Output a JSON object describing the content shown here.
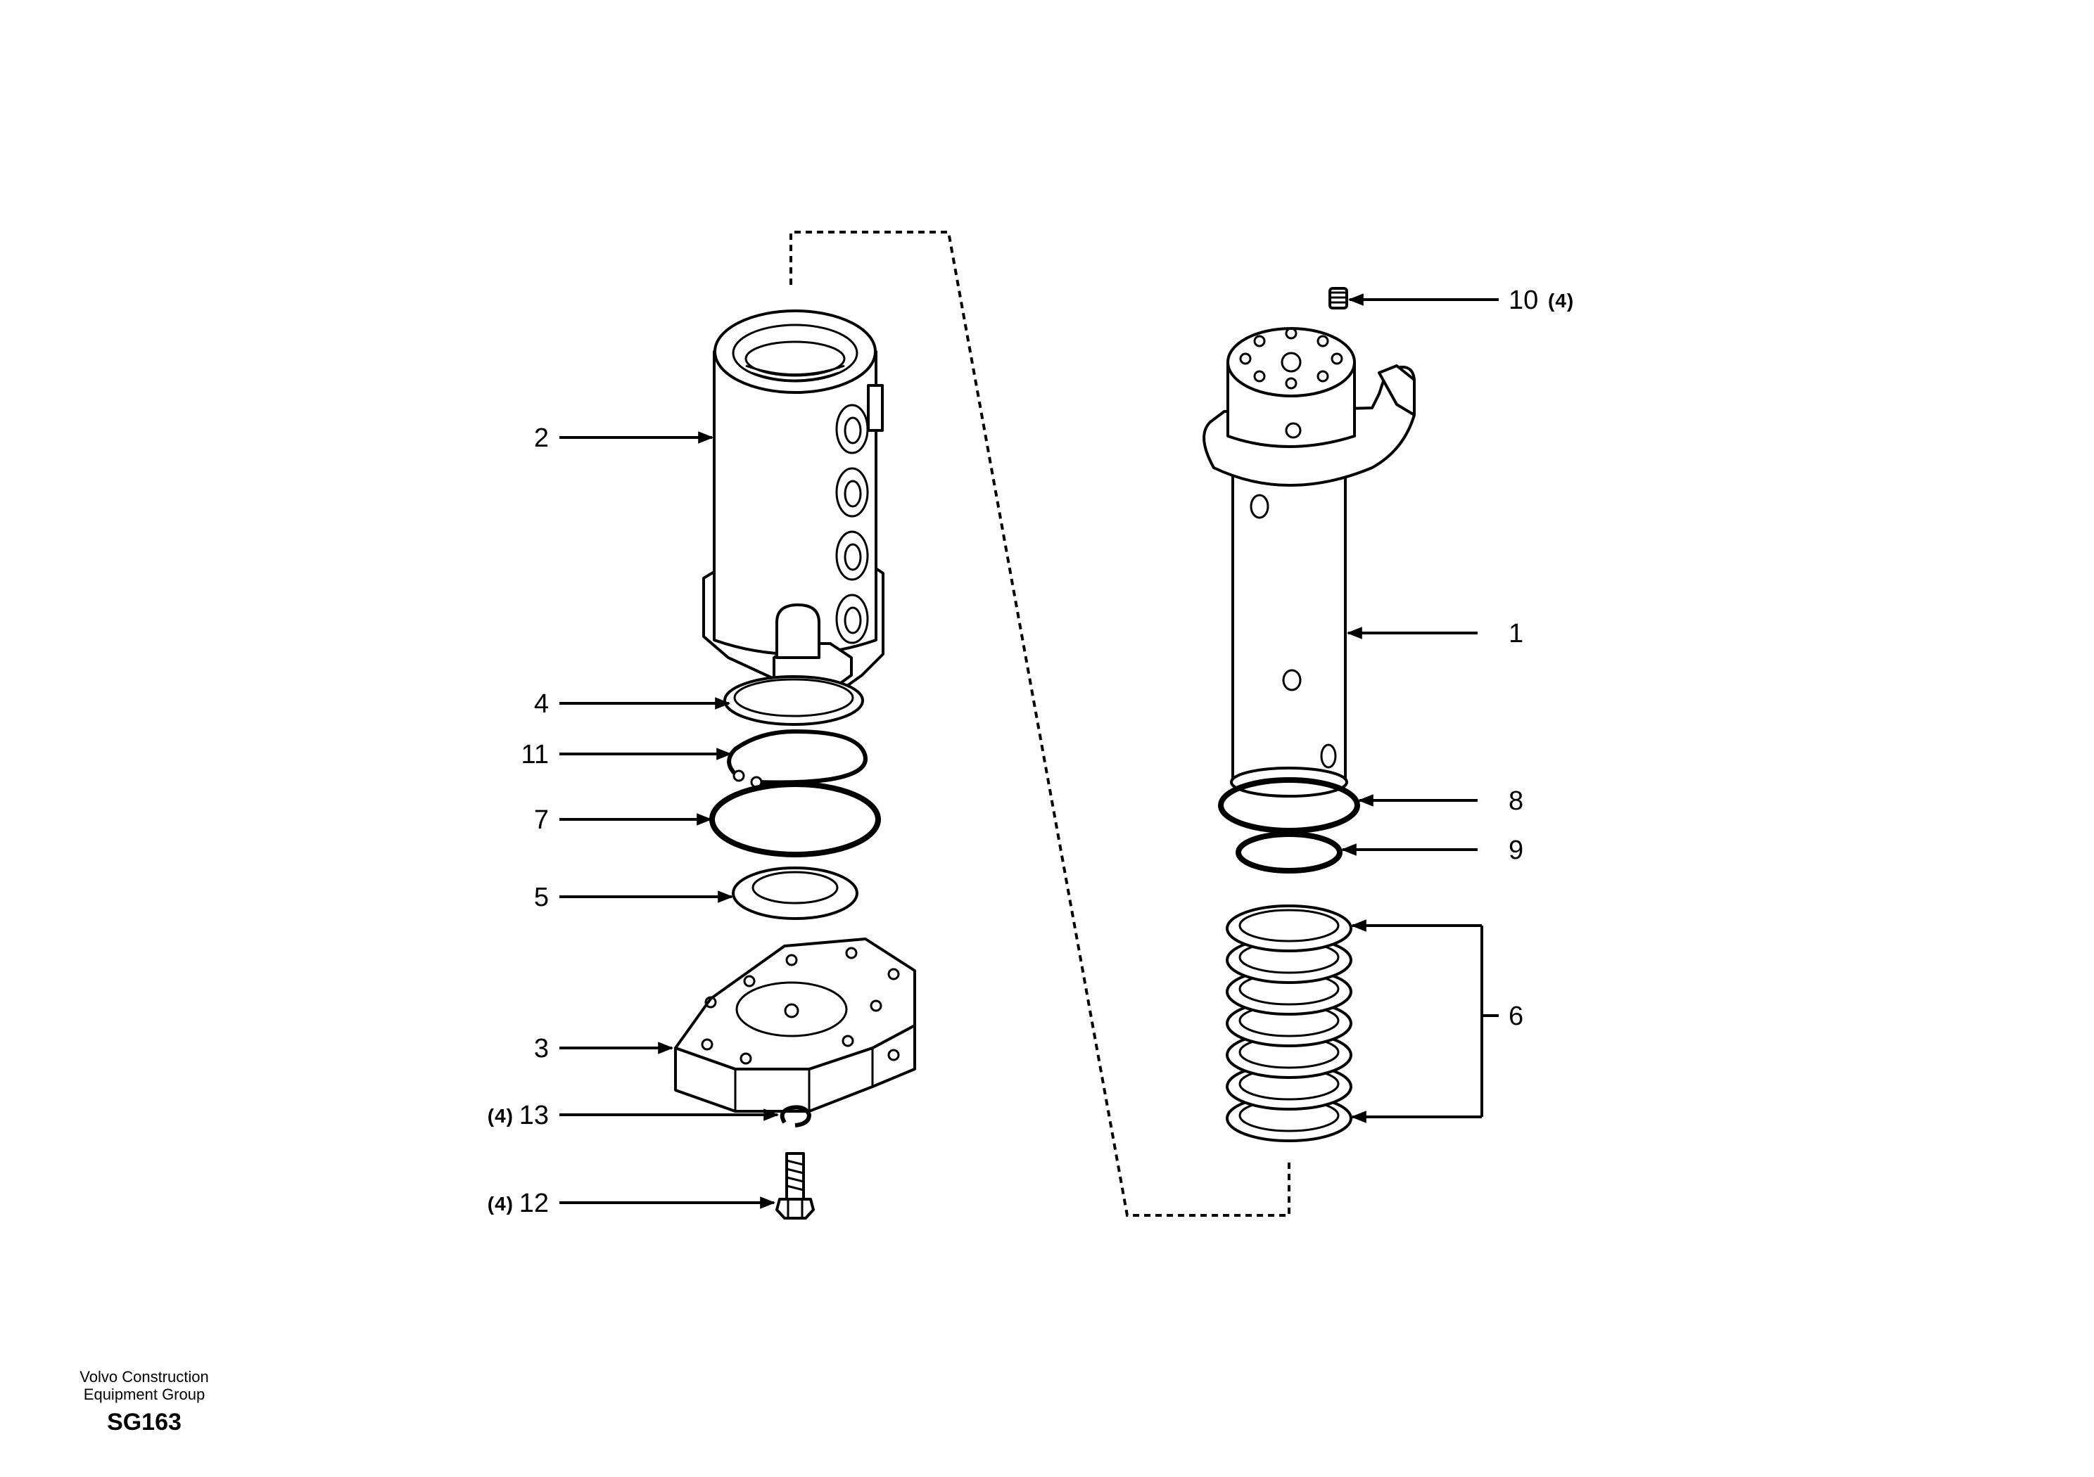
{
  "callouts": [
    {
      "id": "2",
      "label": "2"
    },
    {
      "id": "4",
      "label": "4"
    },
    {
      "id": "11",
      "label": "11"
    },
    {
      "id": "7",
      "label": "7"
    },
    {
      "id": "5",
      "label": "5"
    },
    {
      "id": "3",
      "label": "3"
    },
    {
      "id": "13",
      "label": "13",
      "qty": "(4)"
    },
    {
      "id": "12",
      "label": "12",
      "qty": "(4)"
    },
    {
      "id": "10",
      "label": "10",
      "qty": "(4)"
    },
    {
      "id": "1",
      "label": "1"
    },
    {
      "id": "8",
      "label": "8"
    },
    {
      "id": "9",
      "label": "9"
    },
    {
      "id": "6",
      "label": "6"
    }
  ],
  "footer": {
    "line1": "Volvo Construction",
    "line2": "Equipment Group",
    "code": "SG163"
  }
}
